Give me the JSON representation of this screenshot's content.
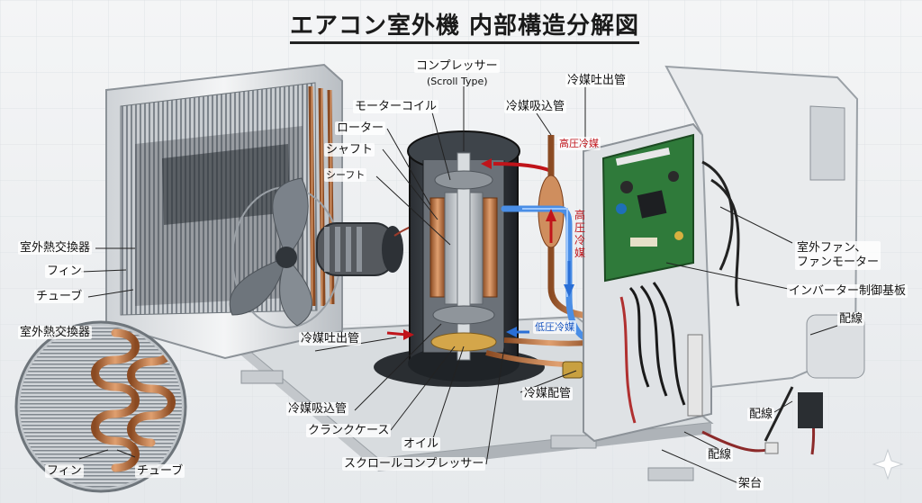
{
  "title": "エアコン室外機 内部構造分解図",
  "labels": {
    "compressor": "コンプレッサー",
    "scroll_type": "(Scroll Type)",
    "motor_coil": "モーターコイル",
    "rotor": "ローター",
    "shaft_kata": "シャフト",
    "shaft_small": "シーフト",
    "refrigerant_discharge_top": "冷媒吐出管",
    "refrigerant_suction_top": "冷媒吸込管",
    "high_pressure_h": "高圧冷媒",
    "high_pressure_v": "高圧冷媒",
    "low_pressure": "低圧冷媒",
    "outdoor_hex_1": "室外熱交換器",
    "fin_1": "フィン",
    "tube_1": "チューブ",
    "outdoor_hex_2": "室外熱交換器",
    "fin_2": "フィン",
    "tube_2": "チューブ",
    "refrigerant_discharge_bottom": "冷媒吐出管",
    "refrigerant_suction_bottom": "冷媒吸込管",
    "crankcase": "クランクケース",
    "oil": "オイル",
    "scroll_compressor": "スクロールコンプレッサー",
    "refrigerant_piping": "冷媒配管",
    "fan_motor": "室外ファン、\nファンモーター",
    "inverter_board": "インバーター制御基板",
    "wiring_1": "配線",
    "wiring_2": "配線",
    "wiring_3": "配線",
    "base_frame": "架台"
  },
  "colors": {
    "high_pressure": "#c0141a",
    "low_pressure": "#2a6fd6",
    "copper": "#b86a3a",
    "pcb_green": "#2f7a3a"
  }
}
